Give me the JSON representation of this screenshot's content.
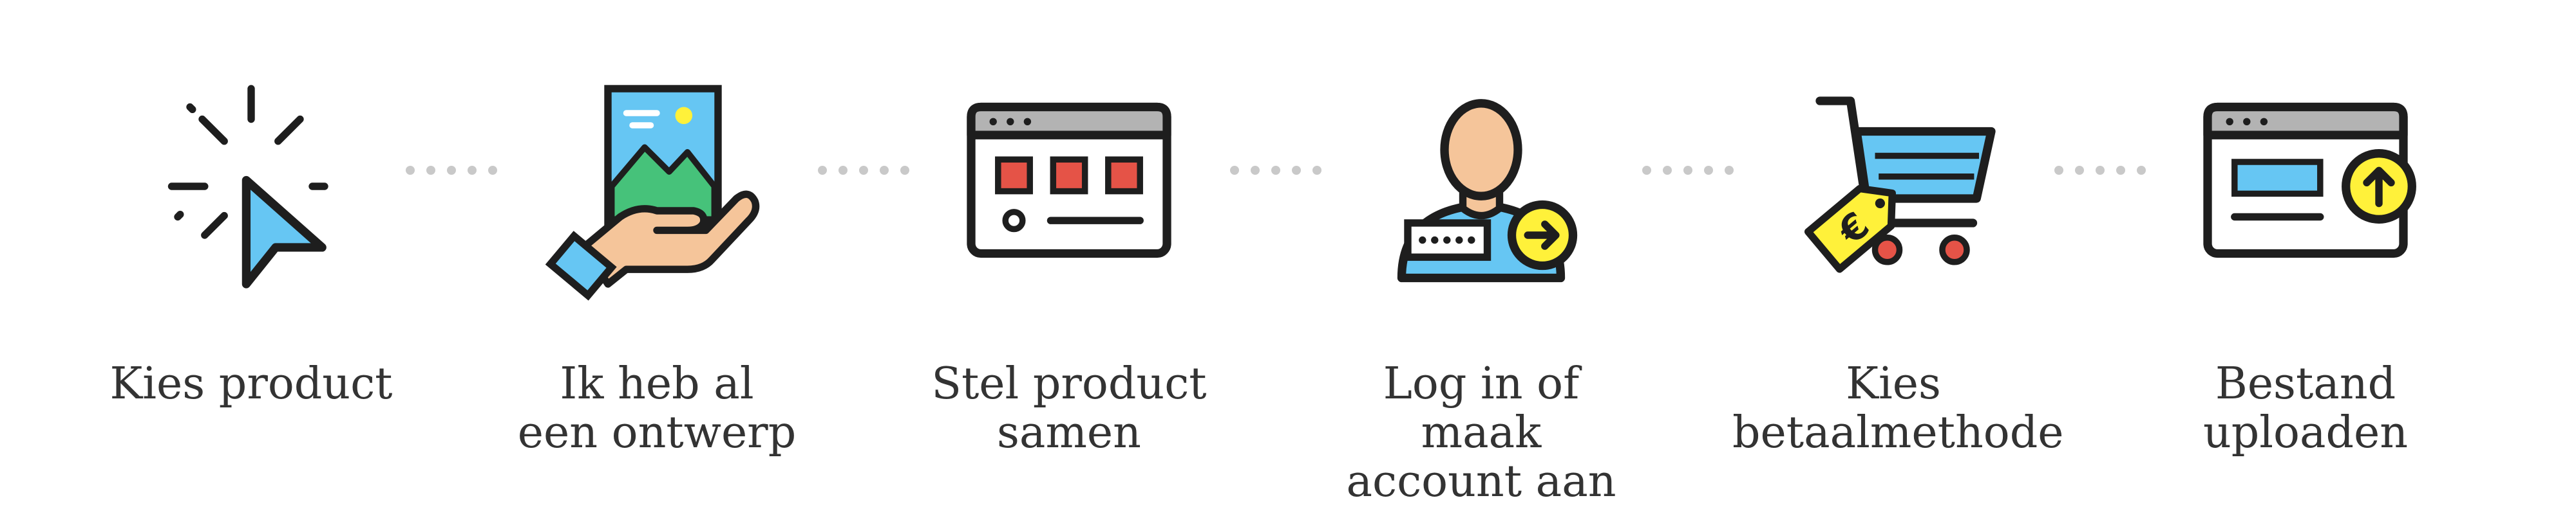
{
  "colors": {
    "outline": "#1e1e1e",
    "blue": "#66c6f3",
    "skin": "#f5c59a",
    "green": "#46c27a",
    "yellow": "#fff13a",
    "red": "#e55347",
    "gray": "#b3b3b3",
    "dots": "#c9c9c9"
  },
  "steps": [
    {
      "icon": "cursor-icon",
      "line1": "Kies product",
      "line2": ""
    },
    {
      "icon": "hand-holding-image-icon",
      "line1": "Ik heb al",
      "line2": "een ontwerp"
    },
    {
      "icon": "browser-configurator-icon",
      "line1": "Stel product",
      "line2": "samen"
    },
    {
      "icon": "user-login-icon",
      "line1": "Log in of maak",
      "line2": "account aan"
    },
    {
      "icon": "cart-euro-tag-icon",
      "line1": "Kies",
      "line2": "betaalmethode"
    },
    {
      "icon": "browser-upload-icon",
      "line1": "Bestand",
      "line2": "uploaden"
    }
  ]
}
